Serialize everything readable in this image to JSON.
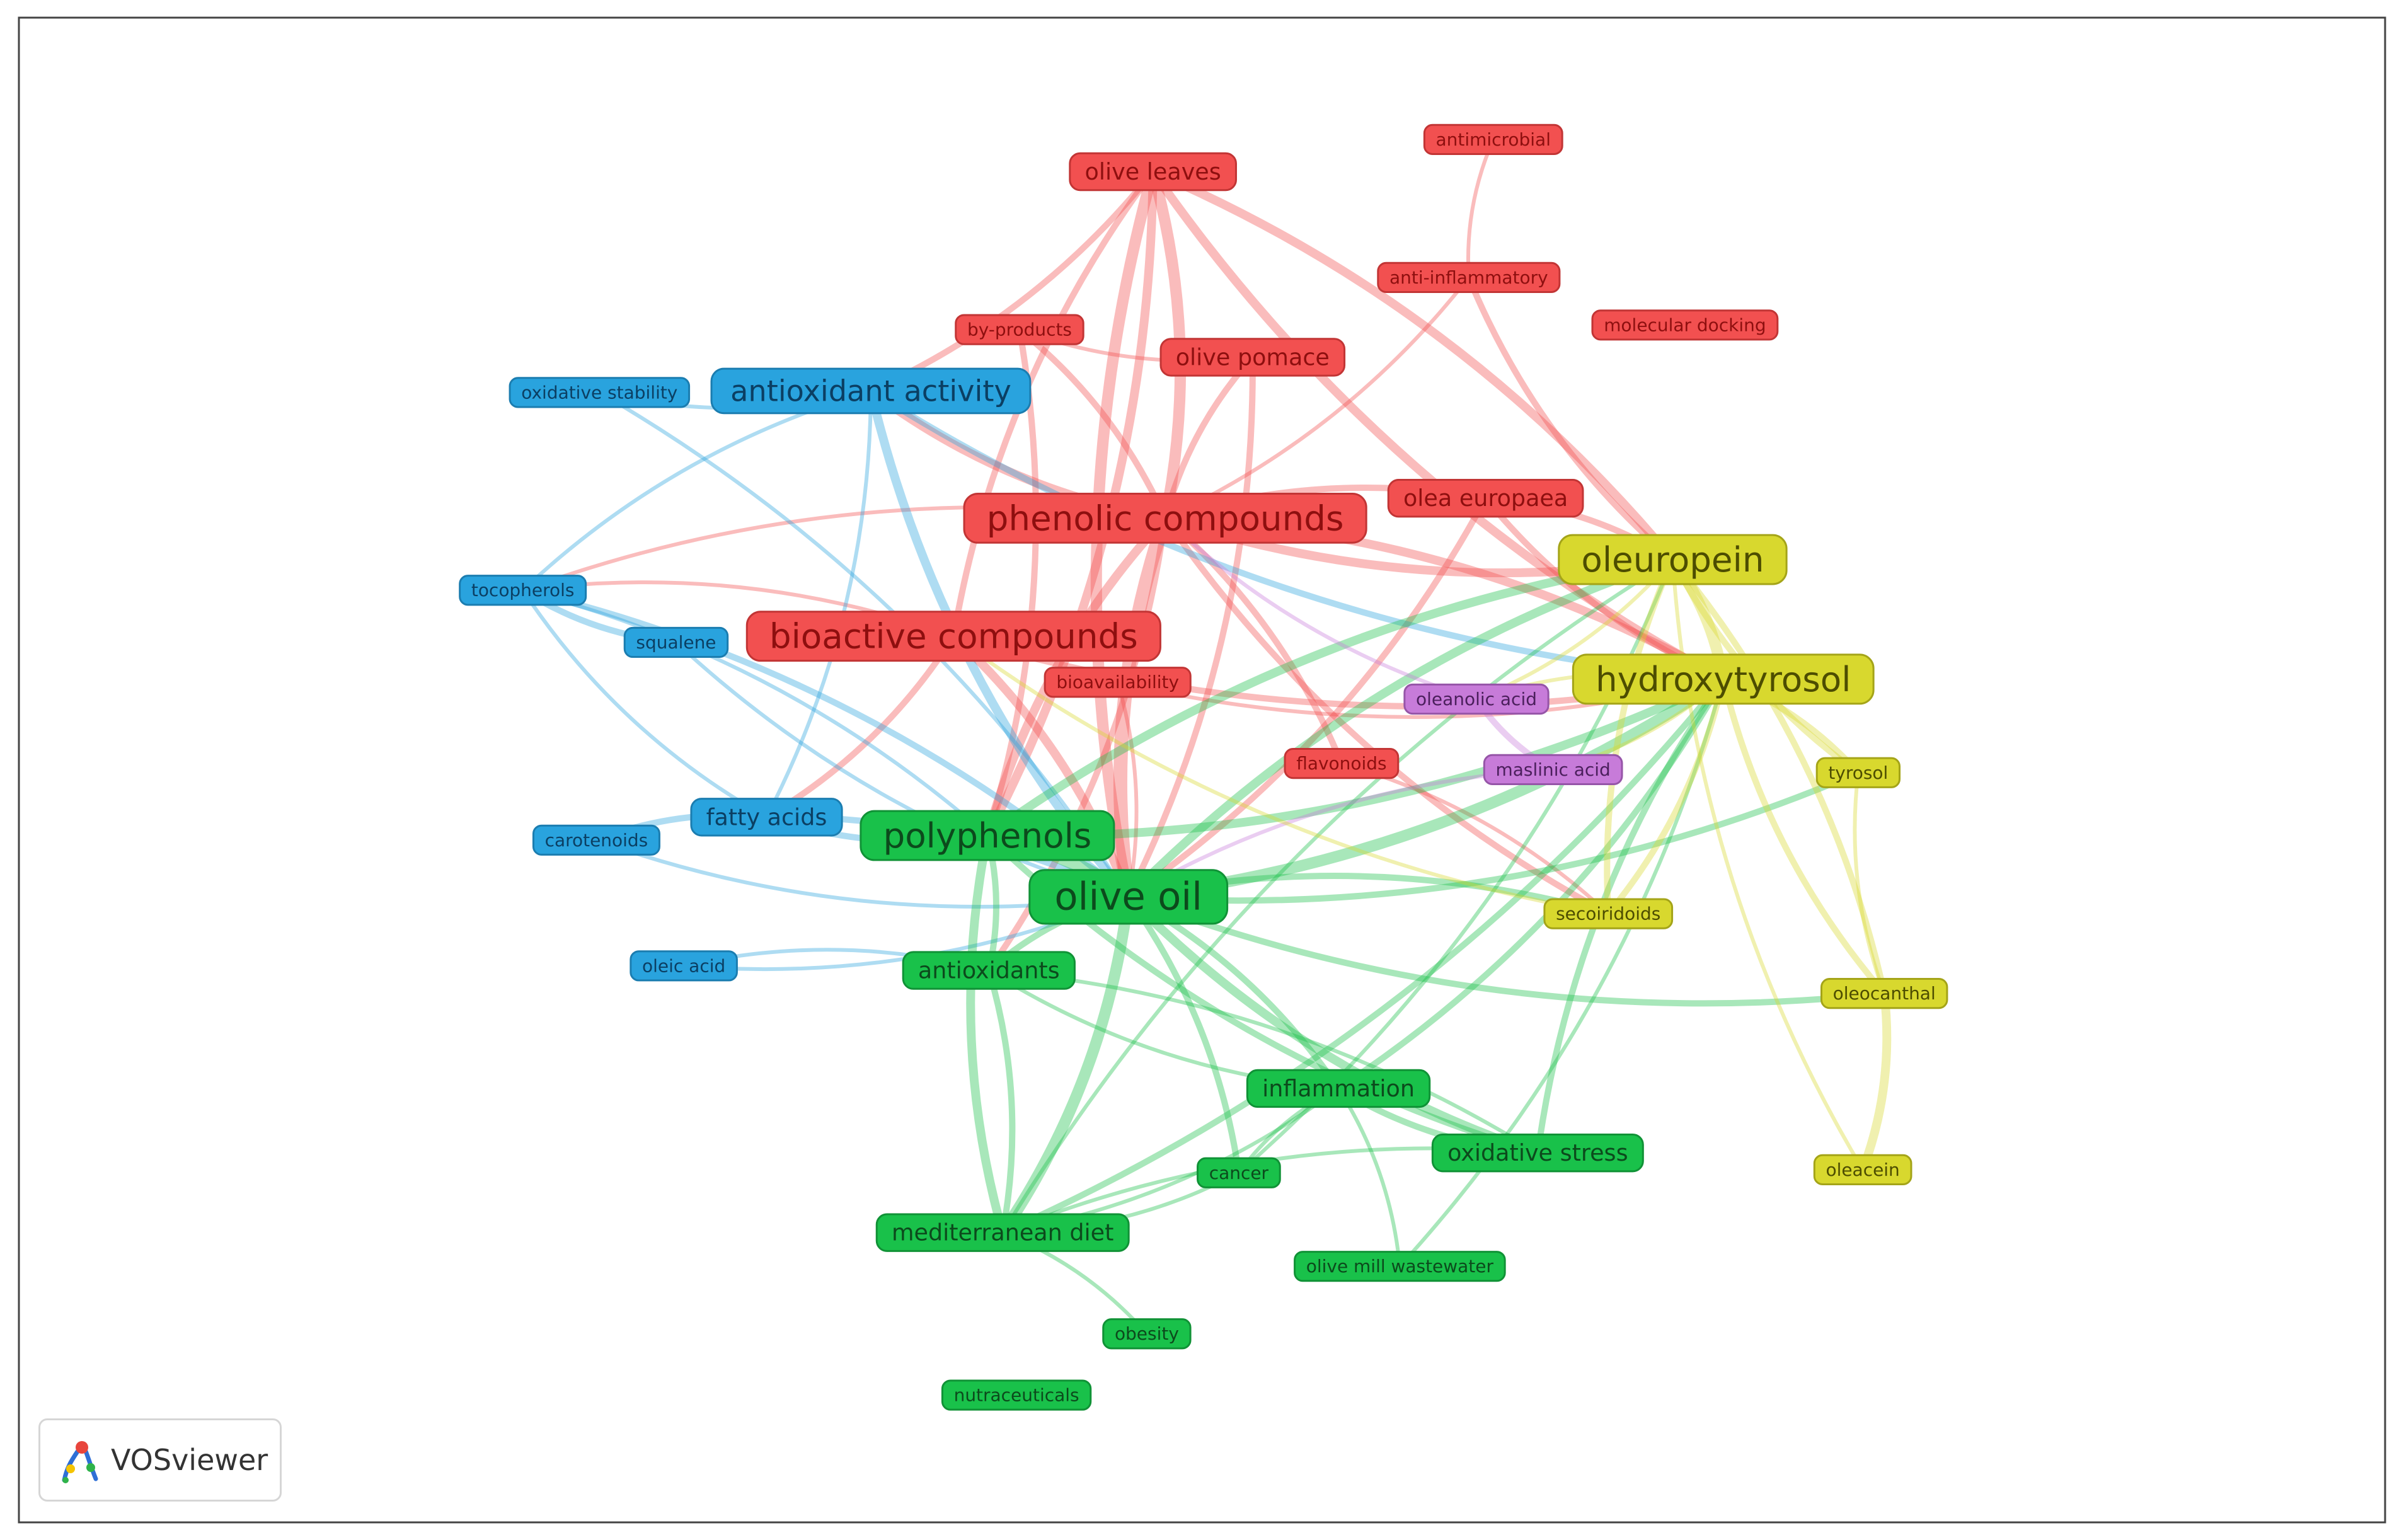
{
  "app": {
    "name": "VOSviewer"
  },
  "colors": {
    "red": "#f25050",
    "blue": "#29a3de",
    "green": "#19c14a",
    "yellow": "#d8d82e",
    "purple": "#c77bd9"
  },
  "nodes": [
    {
      "id": "olive-leaves",
      "label": "olive leaves",
      "cluster": "red",
      "weight": 2
    },
    {
      "id": "antimicrobial",
      "label": "antimicrobial",
      "cluster": "red",
      "weight": 1
    },
    {
      "id": "anti-inflammatory",
      "label": "anti-inflammatory",
      "cluster": "red",
      "weight": 1
    },
    {
      "id": "by-products",
      "label": "by-products",
      "cluster": "red",
      "weight": 1
    },
    {
      "id": "molecular-docking",
      "label": "molecular docking",
      "cluster": "red",
      "weight": 1
    },
    {
      "id": "olive-pomace",
      "label": "olive pomace",
      "cluster": "red",
      "weight": 2
    },
    {
      "id": "phenolic-compounds",
      "label": "phenolic compounds",
      "cluster": "red",
      "weight": 4
    },
    {
      "id": "olea-europaea",
      "label": "olea europaea",
      "cluster": "red",
      "weight": 2
    },
    {
      "id": "bioactive-compounds",
      "label": "bioactive compounds",
      "cluster": "red",
      "weight": 4
    },
    {
      "id": "bioavailability",
      "label": "bioavailability",
      "cluster": "red",
      "weight": 1
    },
    {
      "id": "flavonoids",
      "label": "flavonoids",
      "cluster": "red",
      "weight": 1
    },
    {
      "id": "antioxidant-activity",
      "label": "antioxidant activity",
      "cluster": "blue",
      "weight": 3
    },
    {
      "id": "oxidative-stability",
      "label": "oxidative stability",
      "cluster": "blue",
      "weight": 1
    },
    {
      "id": "tocopherols",
      "label": "tocopherols",
      "cluster": "blue",
      "weight": 1
    },
    {
      "id": "squalene",
      "label": "squalene",
      "cluster": "blue",
      "weight": 1
    },
    {
      "id": "fatty-acids",
      "label": "fatty acids",
      "cluster": "blue",
      "weight": 2
    },
    {
      "id": "carotenoids",
      "label": "carotenoids",
      "cluster": "blue",
      "weight": 1
    },
    {
      "id": "oleic-acid",
      "label": "oleic acid",
      "cluster": "blue",
      "weight": 1
    },
    {
      "id": "polyphenols",
      "label": "polyphenols",
      "cluster": "green",
      "weight": 4
    },
    {
      "id": "olive-oil",
      "label": "olive oil",
      "cluster": "green",
      "weight": 5
    },
    {
      "id": "antioxidants",
      "label": "antioxidants",
      "cluster": "green",
      "weight": 2
    },
    {
      "id": "inflammation",
      "label": "inflammation",
      "cluster": "green",
      "weight": 2
    },
    {
      "id": "oxidative-stress",
      "label": "oxidative stress",
      "cluster": "green",
      "weight": 2
    },
    {
      "id": "cancer",
      "label": "cancer",
      "cluster": "green",
      "weight": 1
    },
    {
      "id": "mediterranean-diet",
      "label": "mediterranean diet",
      "cluster": "green",
      "weight": 2
    },
    {
      "id": "olive-mill-wastewater",
      "label": "olive mill wastewater",
      "cluster": "green",
      "weight": 1
    },
    {
      "id": "obesity",
      "label": "obesity",
      "cluster": "green",
      "weight": 1
    },
    {
      "id": "nutraceuticals",
      "label": "nutraceuticals",
      "cluster": "green",
      "weight": 1
    },
    {
      "id": "oleuropein",
      "label": "oleuropein",
      "cluster": "yellow",
      "weight": 4
    },
    {
      "id": "hydroxytyrosol",
      "label": "hydroxytyrosol",
      "cluster": "yellow",
      "weight": 4
    },
    {
      "id": "tyrosol",
      "label": "tyrosol",
      "cluster": "yellow",
      "weight": 1
    },
    {
      "id": "secoiridoids",
      "label": "secoiridoids",
      "cluster": "yellow",
      "weight": 1
    },
    {
      "id": "oleocanthal",
      "label": "oleocanthal",
      "cluster": "yellow",
      "weight": 1
    },
    {
      "id": "oleacein",
      "label": "oleacein",
      "cluster": "yellow",
      "weight": 1
    },
    {
      "id": "oleanolic-acid",
      "label": "oleanolic acid",
      "cluster": "purple",
      "weight": 1
    },
    {
      "id": "maslinic-acid",
      "label": "maslinic acid",
      "cluster": "purple",
      "weight": 1
    }
  ],
  "edges": [
    {
      "source": "olive-leaves",
      "target": "phenolic-compounds",
      "strength": 4
    },
    {
      "source": "olive-leaves",
      "target": "olive-oil",
      "strength": 4
    },
    {
      "source": "olive-leaves",
      "target": "oleuropein",
      "strength": 3
    },
    {
      "source": "olive-leaves",
      "target": "hydroxytyrosol",
      "strength": 3
    },
    {
      "source": "olive-leaves",
      "target": "polyphenols",
      "strength": 3
    },
    {
      "source": "olive-leaves",
      "target": "bioactive-compounds",
      "strength": 2
    },
    {
      "source": "olive-leaves",
      "target": "antioxidant-activity",
      "strength": 2
    },
    {
      "source": "antimicrobial",
      "target": "anti-inflammatory",
      "strength": 1
    },
    {
      "source": "anti-inflammatory",
      "target": "phenolic-compounds",
      "strength": 1
    },
    {
      "source": "anti-inflammatory",
      "target": "oleuropein",
      "strength": 2
    },
    {
      "source": "by-products",
      "target": "phenolic-compounds",
      "strength": 2
    },
    {
      "source": "by-products",
      "target": "olive-pomace",
      "strength": 1
    },
    {
      "source": "by-products",
      "target": "polyphenols",
      "strength": 2
    },
    {
      "source": "olive-pomace",
      "target": "phenolic-compounds",
      "strength": 2
    },
    {
      "source": "olive-pomace",
      "target": "olive-oil",
      "strength": 2
    },
    {
      "source": "phenolic-compounds",
      "target": "olive-oil",
      "strength": 5
    },
    {
      "source": "phenolic-compounds",
      "target": "hydroxytyrosol",
      "strength": 3
    },
    {
      "source": "phenolic-compounds",
      "target": "oleuropein",
      "strength": 3
    },
    {
      "source": "phenolic-compounds",
      "target": "antioxidant-activity",
      "strength": 3
    },
    {
      "source": "phenolic-compounds",
      "target": "polyphenols",
      "strength": 3
    },
    {
      "source": "phenolic-compounds",
      "target": "flavonoids",
      "strength": 2
    },
    {
      "source": "phenolic-compounds",
      "target": "secoiridoids",
      "strength": 2
    },
    {
      "source": "phenolic-compounds",
      "target": "antioxidants",
      "strength": 2
    },
    {
      "source": "phenolic-compounds",
      "target": "tocopherols",
      "strength": 1
    },
    {
      "source": "olea-europaea",
      "target": "oleuropein",
      "strength": 2
    },
    {
      "source": "olea-europaea",
      "target": "hydroxytyrosol",
      "strength": 2
    },
    {
      "source": "olea-europaea",
      "target": "olive-oil",
      "strength": 2
    },
    {
      "source": "olea-europaea",
      "target": "phenolic-compounds",
      "strength": 2
    },
    {
      "source": "bioactive-compounds",
      "target": "olive-oil",
      "strength": 3
    },
    {
      "source": "bioactive-compounds",
      "target": "hydroxytyrosol",
      "strength": 2
    },
    {
      "source": "bioactive-compounds",
      "target": "fatty-acids",
      "strength": 2
    },
    {
      "source": "bioactive-compounds",
      "target": "tocopherols",
      "strength": 1
    },
    {
      "source": "bioavailability",
      "target": "olive-oil",
      "strength": 1
    },
    {
      "source": "bioavailability",
      "target": "hydroxytyrosol",
      "strength": 1
    },
    {
      "source": "flavonoids",
      "target": "secoiridoids",
      "strength": 1
    },
    {
      "source": "antioxidant-activity",
      "target": "olive-oil",
      "strength": 3
    },
    {
      "source": "antioxidant-activity",
      "target": "oxidative-stability",
      "strength": 1
    },
    {
      "source": "antioxidant-activity",
      "target": "tocopherols",
      "strength": 1
    },
    {
      "source": "antioxidant-activity",
      "target": "fatty-acids",
      "strength": 1
    },
    {
      "source": "antioxidant-activity",
      "target": "hydroxytyrosol",
      "strength": 2
    },
    {
      "source": "oxidative-stability",
      "target": "olive-oil",
      "strength": 1
    },
    {
      "source": "tocopherols",
      "target": "squalene",
      "strength": 2
    },
    {
      "source": "tocopherols",
      "target": "olive-oil",
      "strength": 2
    },
    {
      "source": "tocopherols",
      "target": "fatty-acids",
      "strength": 1
    },
    {
      "source": "tocopherols",
      "target": "polyphenols",
      "strength": 1
    },
    {
      "source": "squalene",
      "target": "olive-oil",
      "strength": 1
    },
    {
      "source": "fatty-acids",
      "target": "olive-oil",
      "strength": 2
    },
    {
      "source": "fatty-acids",
      "target": "polyphenols",
      "strength": 2
    },
    {
      "source": "carotenoids",
      "target": "fatty-acids",
      "strength": 2
    },
    {
      "source": "carotenoids",
      "target": "olive-oil",
      "strength": 1
    },
    {
      "source": "oleic-acid",
      "target": "antioxidants",
      "strength": 1
    },
    {
      "source": "oleic-acid",
      "target": "olive-oil",
      "strength": 1
    },
    {
      "source": "polyphenols",
      "target": "olive-oil",
      "strength": 5
    },
    {
      "source": "polyphenols",
      "target": "hydroxytyrosol",
      "strength": 3
    },
    {
      "source": "polyphenols",
      "target": "oleuropein",
      "strength": 3
    },
    {
      "source": "polyphenols",
      "target": "mediterranean-diet",
      "strength": 3
    },
    {
      "source": "polyphenols",
      "target": "antioxidants",
      "strength": 2
    },
    {
      "source": "polyphenols",
      "target": "oxidative-stress",
      "strength": 2
    },
    {
      "source": "olive-oil",
      "target": "mediterranean-diet",
      "strength": 4
    },
    {
      "source": "olive-oil",
      "target": "hydroxytyrosol",
      "strength": 4
    },
    {
      "source": "olive-oil",
      "target": "oleuropein",
      "strength": 3
    },
    {
      "source": "olive-oil",
      "target": "oxidative-stress",
      "strength": 3
    },
    {
      "source": "olive-oil",
      "target": "inflammation",
      "strength": 2
    },
    {
      "source": "olive-oil",
      "target": "antioxidants",
      "strength": 2
    },
    {
      "source": "olive-oil",
      "target": "cancer",
      "strength": 2
    },
    {
      "source": "olive-oil",
      "target": "oleocanthal",
      "strength": 2
    },
    {
      "source": "olive-oil",
      "target": "secoiridoids",
      "strength": 2
    },
    {
      "source": "olive-oil",
      "target": "tyrosol",
      "strength": 2
    },
    {
      "source": "antioxidants",
      "target": "mediterranean-diet",
      "strength": 2
    },
    {
      "source": "antioxidants",
      "target": "inflammation",
      "strength": 1
    },
    {
      "source": "antioxidants",
      "target": "oxidative-stress",
      "strength": 1
    },
    {
      "source": "inflammation",
      "target": "oxidative-stress",
      "strength": 2
    },
    {
      "source": "inflammation",
      "target": "mediterranean-diet",
      "strength": 1
    },
    {
      "source": "inflammation",
      "target": "cancer",
      "strength": 1
    },
    {
      "source": "inflammation",
      "target": "olive-mill-wastewater",
      "strength": 1
    },
    {
      "source": "inflammation",
      "target": "hydroxytyrosol",
      "strength": 2
    },
    {
      "source": "oxidative-stress",
      "target": "hydroxytyrosol",
      "strength": 2
    },
    {
      "source": "oxidative-stress",
      "target": "mediterranean-diet",
      "strength": 1
    },
    {
      "source": "cancer",
      "target": "mediterranean-diet",
      "strength": 1
    },
    {
      "source": "cancer",
      "target": "oleuropein",
      "strength": 1
    },
    {
      "source": "mediterranean-diet",
      "target": "obesity",
      "strength": 1
    },
    {
      "source": "mediterranean-diet",
      "target": "hydroxytyrosol",
      "strength": 2
    },
    {
      "source": "mediterranean-diet",
      "target": "oleuropein",
      "strength": 1
    },
    {
      "source": "olive-mill-wastewater",
      "target": "hydroxytyrosol",
      "strength": 1
    },
    {
      "source": "oleuropein",
      "target": "hydroxytyrosol",
      "strength": 4
    },
    {
      "source": "oleuropein",
      "target": "tyrosol",
      "strength": 2
    },
    {
      "source": "oleuropein",
      "target": "oleocanthal",
      "strength": 2
    },
    {
      "source": "oleuropein",
      "target": "secoiridoids",
      "strength": 2
    },
    {
      "source": "oleuropein",
      "target": "oleanolic-acid",
      "strength": 1
    },
    {
      "source": "oleuropein",
      "target": "oleacein",
      "strength": 1
    },
    {
      "source": "hydroxytyrosol",
      "target": "tyrosol",
      "strength": 2
    },
    {
      "source": "hydroxytyrosol",
      "target": "oleocanthal",
      "strength": 2
    },
    {
      "source": "hydroxytyrosol",
      "target": "secoiridoids",
      "strength": 2
    },
    {
      "source": "hydroxytyrosol",
      "target": "oleanolic-acid",
      "strength": 1
    },
    {
      "source": "hydroxytyrosol",
      "target": "maslinic-acid",
      "strength": 1
    },
    {
      "source": "tyrosol",
      "target": "oleocanthal",
      "strength": 1
    },
    {
      "source": "oleocanthal",
      "target": "oleacein",
      "strength": 3
    },
    {
      "source": "oleanolic-acid",
      "target": "maslinic-acid",
      "strength": 2
    },
    {
      "source": "oleanolic-acid",
      "target": "phenolic-compounds",
      "strength": 1
    },
    {
      "source": "maslinic-acid",
      "target": "olive-oil",
      "strength": 1
    },
    {
      "source": "secoiridoids",
      "target": "bioactive-compounds",
      "strength": 1
    }
  ]
}
